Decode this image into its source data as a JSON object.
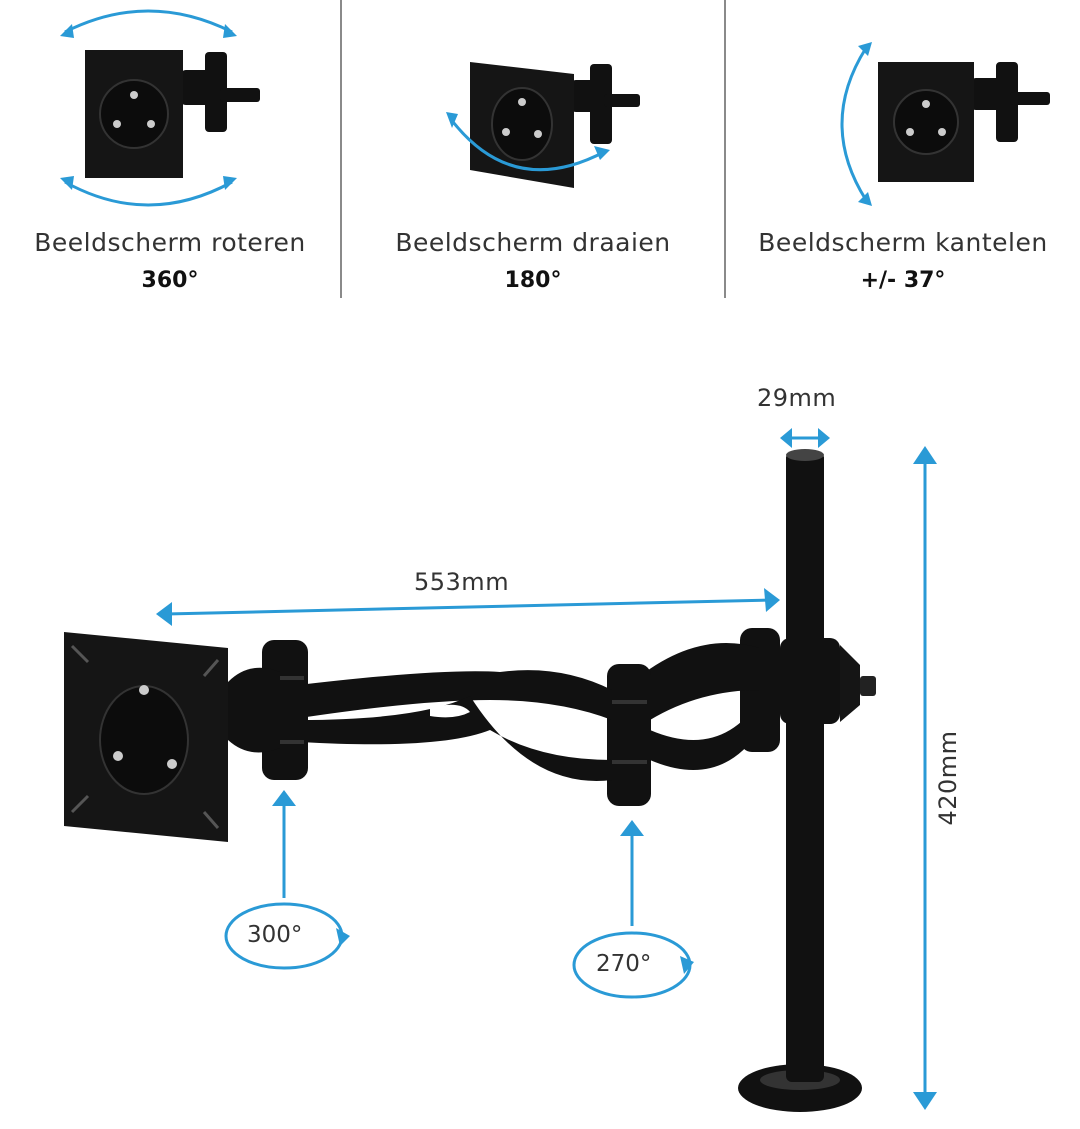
{
  "features": [
    {
      "label": "Beeldscherm roteren",
      "value": "360°"
    },
    {
      "label": "Beeldscherm draaien",
      "value": "180°"
    },
    {
      "label": "Beeldscherm kantelen",
      "value": "+/- 37°"
    }
  ],
  "dimensions": {
    "pole_diameter": "29mm",
    "arm_reach": "553mm",
    "pole_height": "420mm"
  },
  "joints": {
    "joint_1": "300°",
    "joint_2": "270°"
  },
  "colors": {
    "accent": "#2a9ad6",
    "product": "#111111",
    "divider": "#8a8a8a"
  }
}
